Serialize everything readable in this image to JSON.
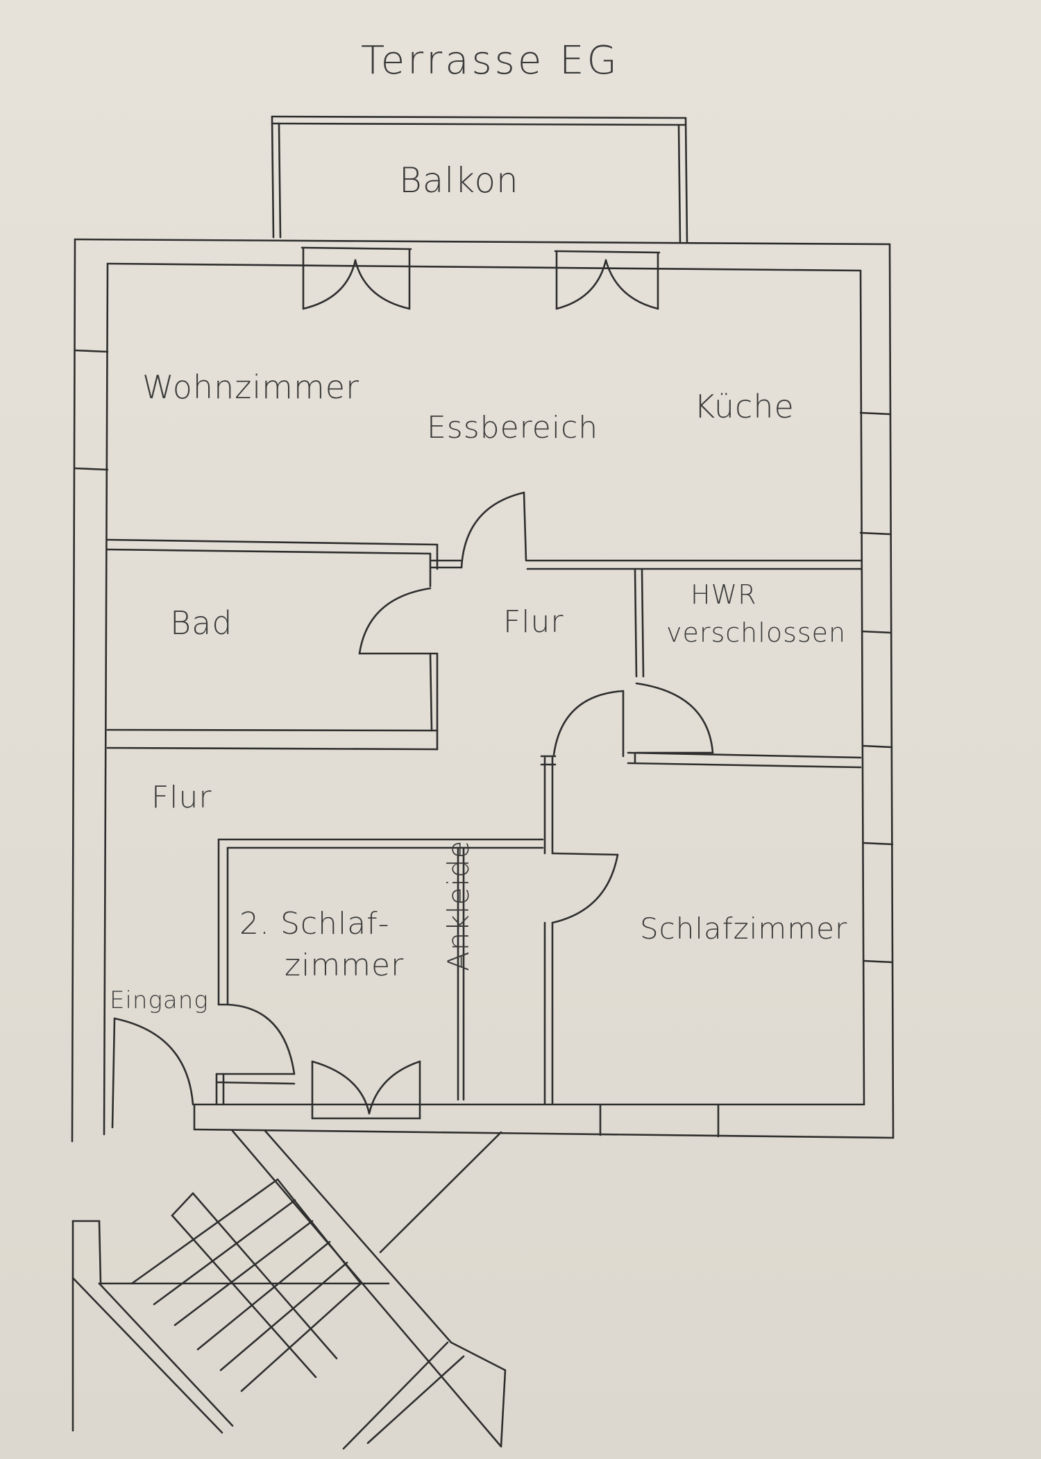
{
  "title": "Terrasse EG",
  "rooms": {
    "balkon": "Balkon",
    "wohnzimmer": "Wohnzimmer",
    "essbereich": "Essbereich",
    "kueche": "Küche",
    "bad": "Bad",
    "flur_upper": "Flur",
    "hwr_line1": "HWR",
    "hwr_line2": "verschlossen",
    "flur_lower": "Flur",
    "schlafzimmer2_line1": "2. Schlaf-",
    "schlafzimmer2_line2": "zimmer",
    "ankleide": "Ankleide",
    "schlafzimmer": "Schlafzimmer",
    "eingang": "Eingang"
  },
  "colors": {
    "paper": "#e3dfd7",
    "ink": "#2e2e2e"
  }
}
